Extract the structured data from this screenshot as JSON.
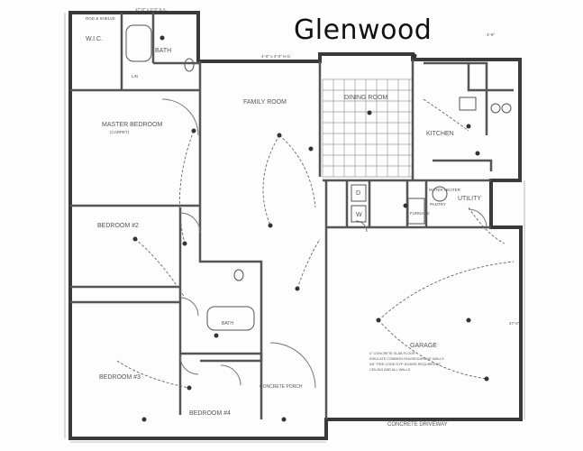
{
  "title": "Glenwood",
  "rooms": {
    "wic": "W.I.C.",
    "bath": "BATH",
    "master_bedroom": "MASTER BEDROOM",
    "family_room": "FAMILY ROOM",
    "dining_room": "DINING ROOM",
    "kitchen": "KITCHEN",
    "utility": "UTILITY",
    "bedroom2": "BEDROOM #2",
    "bedroom3": "BEDROOM #3",
    "bedroom4": "BEDROOM #4",
    "bath2": "BATH",
    "garage": "GARAGE",
    "concrete_porch": "CONCRETE PORCH",
    "concrete_driveway": "CONCRETE DRIVEWAY"
  },
  "small_labels": {
    "carpet": "(CARPET)",
    "rod_shelf": "ROD & SHELVE",
    "lin": "LIN",
    "pantry": "PANTRY",
    "furnace": "FURNACE",
    "water_heater": "WATER HEATER",
    "d": "D",
    "w": "W"
  },
  "dimensions": {
    "top_left": "17'-0\" x 3'-3\" S.A.",
    "top_mid": "4'-0\" x 4'-0\" H.O.",
    "right_top": "4'-9\"",
    "garage_side": "27'-0\""
  },
  "notes": {
    "garage_note_1": "4\" CONCRETE SLAB FLOOR",
    "garage_note_2": "INSULATE COMMON HOUSE/GARAGE WALLS",
    "garage_note_3": "5/8\" FIRE CODE GYP. BOARD REQUIRED AT",
    "garage_note_4": "CEILING AND ALL WALLS"
  }
}
